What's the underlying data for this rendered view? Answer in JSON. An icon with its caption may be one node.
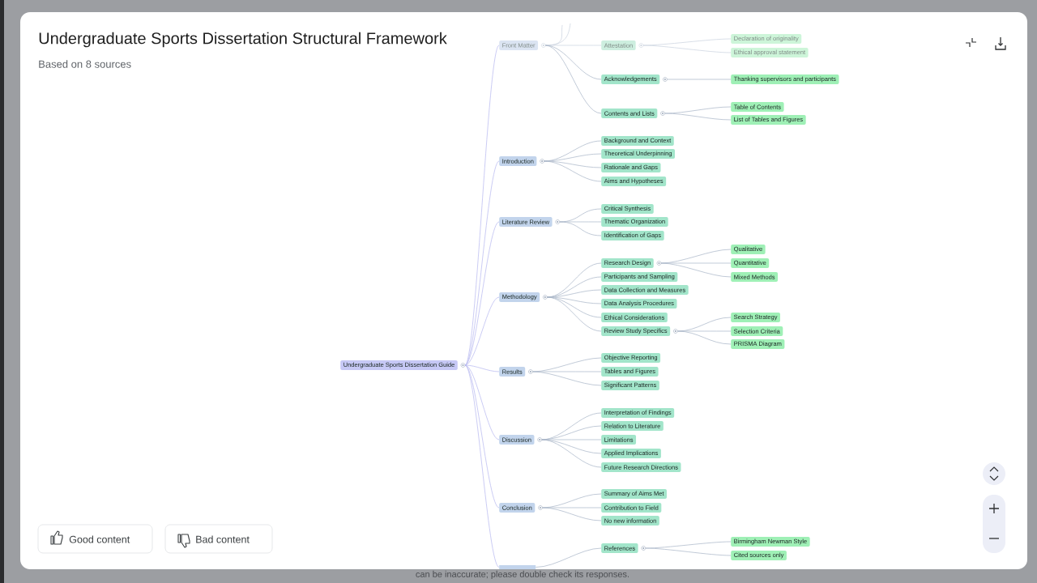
{
  "diagram": {
    "title": "Undergraduate Sports Dissertation Structural Framework",
    "nodes": [
      {
        "text": [
          "Undergraduate Sports Dissertation Guide"
        ]
      },
      {
        "text": [
          "Front Matter"
        ]
      },
      {
        "text": [
          "Attestation"
        ]
      },
      {
        "text": [
          "Declaration of originality"
        ]
      },
      {
        "text": [
          "Ethical approval statement"
        ]
      },
      {
        "text": [
          "Acknowledgements"
        ]
      },
      {
        "text": [
          "Thanking supervisors and participants"
        ]
      },
      {
        "text": [
          "Contents and Lists"
        ]
      },
      {
        "text": [
          "Table of Contents"
        ]
      },
      {
        "text": [
          "List of Tables and Figures"
        ]
      },
      {
        "text": [
          "Introduction"
        ]
      },
      {
        "text": [
          "Background and Context"
        ]
      },
      {
        "text": [
          "Theoretical Underpinning"
        ]
      },
      {
        "text": [
          "Rationale and Gaps"
        ]
      },
      {
        "text": [
          "Aims and Hypotheses"
        ]
      },
      {
        "text": [
          "Literature Review"
        ]
      },
      {
        "text": [
          "Critical Synthesis"
        ]
      },
      {
        "text": [
          "Thematic Organization"
        ]
      },
      {
        "text": [
          "Identification of Gaps"
        ]
      },
      {
        "text": [
          "Methodology"
        ]
      },
      {
        "text": [
          "Research Design"
        ]
      },
      {
        "text": [
          "Qualitative"
        ]
      },
      {
        "text": [
          "Quantitative"
        ]
      },
      {
        "text": [
          "Mixed Methods"
        ]
      },
      {
        "text": [
          "Participants and Sampling"
        ]
      },
      {
        "text": [
          "Data Collection and Measures"
        ]
      },
      {
        "text": [
          "Data Analysis Procedures"
        ]
      },
      {
        "text": [
          "Ethical Considerations"
        ]
      },
      {
        "text": [
          "Review Study Specifics"
        ]
      },
      {
        "text": [
          "Search Strategy"
        ]
      },
      {
        "text": [
          "Selection Criteria"
        ]
      },
      {
        "text": [
          "PRISMA Diagram"
        ]
      },
      {
        "text": [
          "Results"
        ]
      },
      {
        "text": [
          "Objective Reporting"
        ]
      },
      {
        "text": [
          "Tables and Figures"
        ]
      },
      {
        "text": [
          "Significant Patterns"
        ]
      },
      {
        "text": [
          "Discussion"
        ]
      },
      {
        "text": [
          "Interpretation of Findings"
        ]
      },
      {
        "text": [
          "Relation to Literature"
        ]
      },
      {
        "text": [
          "Limitations"
        ]
      },
      {
        "text": [
          "Applied Implications"
        ]
      },
      {
        "text": [
          "Future Research Directions"
        ]
      },
      {
        "text": [
          "Conclusion"
        ]
      },
      {
        "text": [
          "Summary of Aims Met"
        ]
      },
      {
        "text": [
          "Contribution to Field"
        ]
      },
      {
        "text": [
          "No new information"
        ]
      },
      {
        "text": [],
        "shape": "box"
      },
      {
        "text": [
          "References"
        ]
      },
      {
        "text": [
          "Birmingham Newman Style"
        ]
      },
      {
        "text": [
          "Cited sources only"
        ]
      }
    ],
    "edges": [
      {
        "from": 0,
        "to": 1,
        "arrow": "none",
        "color": "#b4b6ef"
      },
      {
        "from": 0,
        "to": 10,
        "arrow": "none",
        "color": "#b4b6ef"
      },
      {
        "from": 0,
        "to": 15,
        "arrow": "none",
        "color": "#b4b6ef"
      },
      {
        "from": 0,
        "to": 19,
        "arrow": "none",
        "color": "#b4b6ef"
      },
      {
        "from": 0,
        "to": 32,
        "arrow": "none",
        "color": "#b4b6ef"
      },
      {
        "from": 0,
        "to": 36,
        "arrow": "none",
        "color": "#b4b6ef"
      },
      {
        "from": 0,
        "to": 42,
        "arrow": "none",
        "color": "#b4b6ef"
      },
      {
        "from": 0,
        "to": 46,
        "arrow": "none",
        "color": "#b4b6ef"
      },
      {
        "from": 1,
        "to": null,
        "arrow": "none",
        "color": "#c8d1de"
      },
      {
        "from": 1,
        "to": null,
        "arrow": "none",
        "color": "#c8d1de"
      },
      {
        "from": 1,
        "to": 2,
        "arrow": "none",
        "color": "#c8d1de"
      },
      {
        "from": 2,
        "to": 3,
        "arrow": "none",
        "color": "#c8d1de"
      },
      {
        "from": 2,
        "to": 4,
        "arrow": "none",
        "color": "#c8d1de"
      },
      {
        "from": 1,
        "to": 5,
        "arrow": "none"
      },
      {
        "from": 5,
        "to": 6,
        "arrow": "none"
      },
      {
        "from": 1,
        "to": 7,
        "arrow": "none"
      },
      {
        "from": 7,
        "to": 8,
        "arrow": "none"
      },
      {
        "from": 7,
        "to": 9,
        "arrow": "none"
      },
      {
        "from": 10,
        "to": 11,
        "arrow": "none"
      },
      {
        "from": 10,
        "to": 12,
        "arrow": "none"
      },
      {
        "from": 10,
        "to": 13,
        "arrow": "none"
      },
      {
        "from": 10,
        "to": 14,
        "arrow": "none"
      },
      {
        "from": 15,
        "to": 16,
        "arrow": "none"
      },
      {
        "from": 15,
        "to": 17,
        "arrow": "none"
      },
      {
        "from": 15,
        "to": 18,
        "arrow": "none"
      },
      {
        "from": 19,
        "to": 20,
        "arrow": "none"
      },
      {
        "from": 20,
        "to": 21,
        "arrow": "none"
      },
      {
        "from": 20,
        "to": 22,
        "arrow": "none"
      },
      {
        "from": 20,
        "to": 23,
        "arrow": "none"
      },
      {
        "from": 19,
        "to": 24,
        "arrow": "none"
      },
      {
        "from": 19,
        "to": 25,
        "arrow": "none"
      },
      {
        "from": 19,
        "to": 26,
        "arrow": "none"
      },
      {
        "from": 19,
        "to": 27,
        "arrow": "none"
      },
      {
        "from": 19,
        "to": 28,
        "arrow": "none"
      },
      {
        "from": 28,
        "to": 29,
        "arrow": "none"
      },
      {
        "from": 28,
        "to": 30,
        "arrow": "none"
      },
      {
        "from": 28,
        "to": 31,
        "arrow": "none"
      },
      {
        "from": 32,
        "to": 33,
        "arrow": "none"
      },
      {
        "from": 32,
        "to": 34,
        "arrow": "none"
      },
      {
        "from": 32,
        "to": 35,
        "arrow": "none"
      },
      {
        "from": 36,
        "to": 37,
        "arrow": "none"
      },
      {
        "from": 36,
        "to": 38,
        "arrow": "none"
      },
      {
        "from": 36,
        "to": 39,
        "arrow": "none"
      },
      {
        "from": 36,
        "to": 40,
        "arrow": "none"
      },
      {
        "from": 36,
        "to": 41,
        "arrow": "none"
      },
      {
        "from": 42,
        "to": 43,
        "arrow": "none"
      },
      {
        "from": 42,
        "to": 44,
        "arrow": "none"
      },
      {
        "from": 42,
        "to": 45,
        "arrow": "none"
      },
      {
        "from": 46,
        "to": 47,
        "arrow": "none"
      },
      {
        "from": 47,
        "to": 48,
        "arrow": "none"
      },
      {
        "from": 47,
        "to": 49,
        "arrow": "none"
      }
    ],
    "labels": [
      "Based on 8 sources",
      "Good content",
      "Bad content",
      "can be inaccurate; please double check its responses."
    ]
  }
}
